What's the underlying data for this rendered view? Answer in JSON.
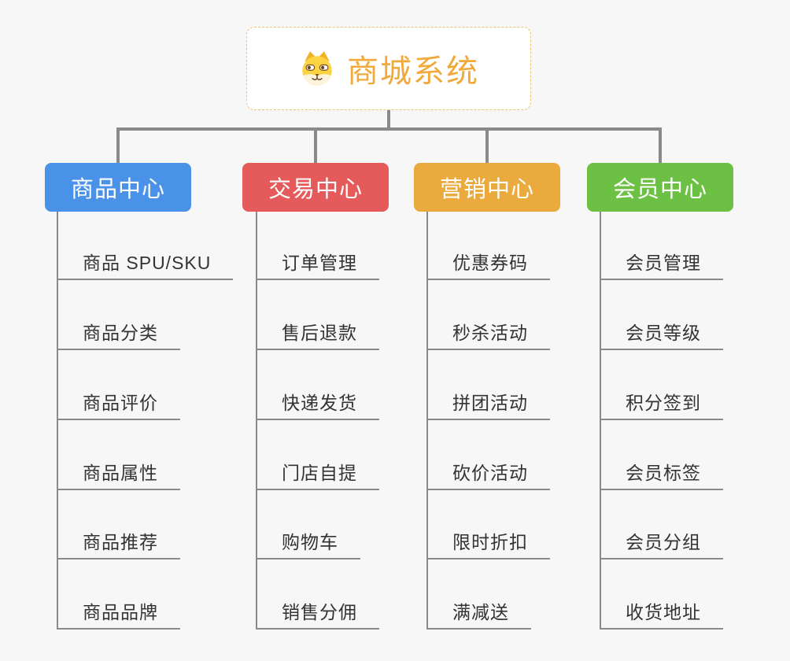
{
  "root": {
    "title": "商城系统",
    "icon": "dog-face-icon"
  },
  "branches": [
    {
      "label": "商品中心",
      "color": "#4A91E8",
      "items": [
        "商品 SPU/SKU",
        "商品分类",
        "商品评价",
        "商品属性",
        "商品推荐",
        "商品品牌"
      ]
    },
    {
      "label": "交易中心",
      "color": "#E55A5A",
      "items": [
        "订单管理",
        "售后退款",
        "快递发货",
        "门店自提",
        "购物车",
        "销售分佣"
      ]
    },
    {
      "label": "营销中心",
      "color": "#EBAA3E",
      "items": [
        "优惠券码",
        "秒杀活动",
        "拼团活动",
        "砍价活动",
        "限时折扣",
        "满减送"
      ]
    },
    {
      "label": "会员中心",
      "color": "#6CC044",
      "items": [
        "会员管理",
        "会员等级",
        "积分签到",
        "会员标签",
        "会员分组",
        "收货地址"
      ]
    }
  ],
  "colors": {
    "background": "#F7F7F7",
    "connector": "#8A8A8A",
    "leaf_line": "#8A8A8A",
    "root_border": "#EFC06E",
    "root_text": "#F2A93C",
    "leaf_text": "#333333",
    "branch_text": "#FFFFFF"
  }
}
